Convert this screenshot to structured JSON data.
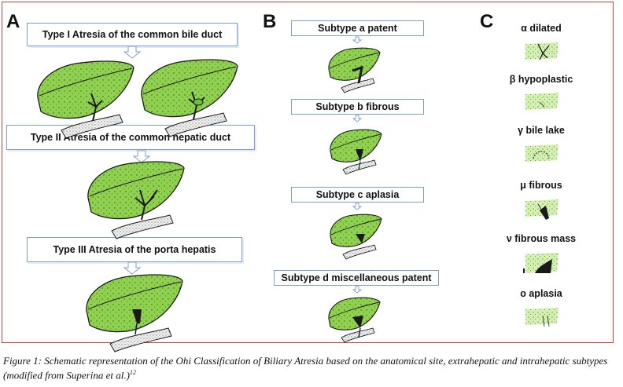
{
  "panels": {
    "a": {
      "letter": "A",
      "boxes": [
        "Type I Atresia of the common bile duct",
        "Type II Atresia of the common hepatic duct",
        "Type III Atresia of the porta hepatis"
      ]
    },
    "b": {
      "letter": "B",
      "boxes": [
        "Subtype a patent",
        "Subtype b fibrous",
        "Subtype c aplasia",
        "Subtype d miscellaneous patent"
      ]
    },
    "c": {
      "letter": "C",
      "labels": [
        "α dilated",
        "β hypoplastic",
        "γ bile lake",
        "μ fibrous",
        "ν fibrous mass",
        "o aplasia"
      ]
    }
  },
  "caption": {
    "text": "Figure 1: Schematic representation of the Ohi Classification of Biliary Atresia based on the anatomical site, extrahepatic and intrahepatic subtypes (modified from Superina et al.)",
    "ref": "12"
  },
  "colors": {
    "liver": "#8fd14f",
    "liver_light": "#d4f0b0",
    "outline": "#1a1a1a",
    "box_border": "#7f9fcb",
    "frame": "#c9433f"
  }
}
